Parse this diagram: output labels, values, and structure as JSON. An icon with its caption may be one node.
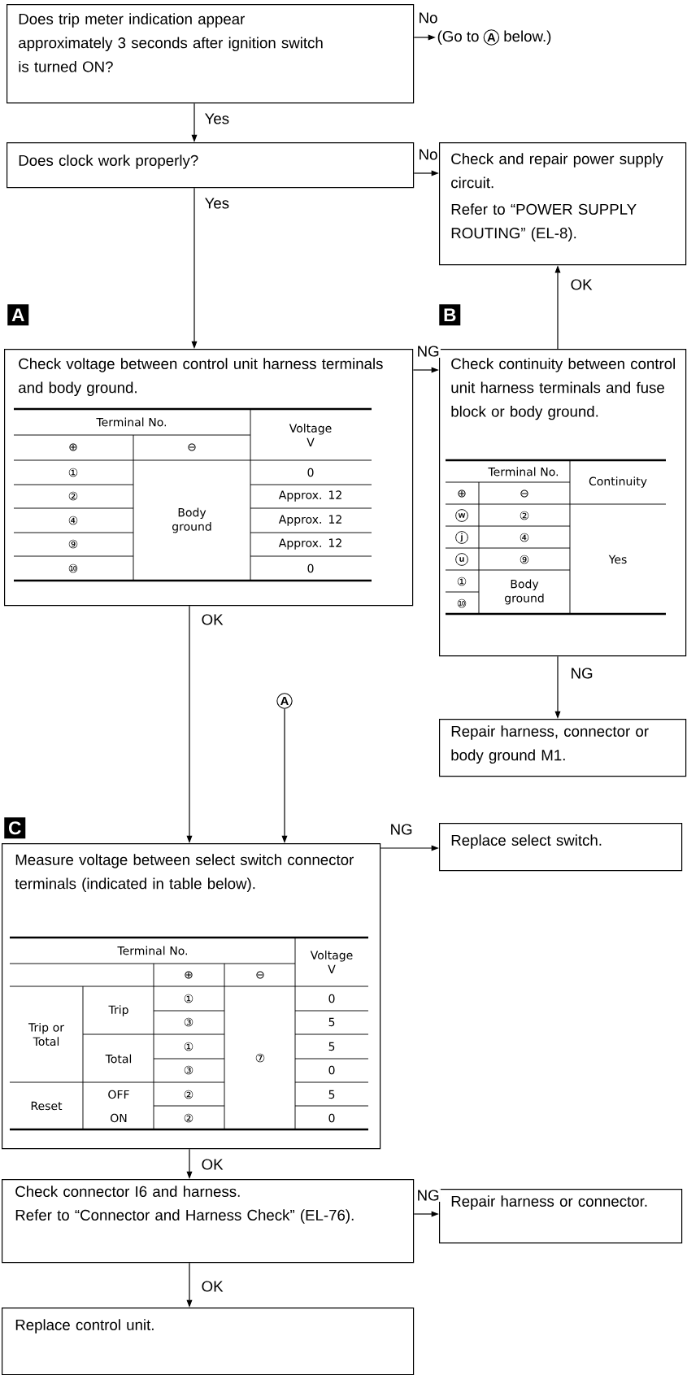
{
  "diagram": {
    "nodes": [
      {
        "text": [
          "Does trip meter indication appear approximately 3 seconds after ignition switch is turned ON?"
        ]
      },
      {
        "text": [
          "(Go to",
          "A",
          "below.)"
        ]
      },
      {
        "text": [
          "Does clock work properly?"
        ]
      },
      {
        "text": [
          "Check and repair power supply circuit.",
          "Refer to “POWER SUPPLY ROUTING” (EL-8)."
        ]
      },
      {
        "text": [
          "Check voltage between control unit harness terminals and body ground."
        ],
        "beside": [
          "A"
        ]
      },
      {
        "text": [
          "Check continuity between control unit harness terminals and fuse block or body ground."
        ],
        "beside": [
          "B"
        ]
      },
      {
        "text": [
          "Repair harness, connector or body ground M1."
        ]
      },
      {
        "text": [
          "A"
        ]
      },
      {
        "text": [
          "Measure voltage between select switch connector terminals (indicated in table below)."
        ],
        "beside": [
          "C"
        ]
      },
      {
        "text": [
          "Replace select switch."
        ]
      },
      {
        "text": [
          "Check connector I6 and harness.",
          "Refer to “Connector and Harness Check” (EL-76)."
        ]
      },
      {
        "text": [
          "Repair harness or connector."
        ]
      },
      {
        "text": [
          "Replace control unit."
        ]
      }
    ],
    "edges": [
      {
        "from": 0,
        "to": 1,
        "arrow": "to",
        "label": "No"
      },
      {
        "from": 0,
        "to": 2,
        "arrow": "to",
        "label": "Yes"
      },
      {
        "from": 2,
        "to": 3,
        "arrow": "to",
        "label": "No"
      },
      {
        "from": 2,
        "to": 4,
        "arrow": "to",
        "label": "Yes"
      },
      {
        "from": 4,
        "to": 5,
        "arrow": "to",
        "label": "NG"
      },
      {
        "from": 5,
        "to": 3,
        "arrow": "to",
        "label": "OK"
      },
      {
        "from": 5,
        "to": 6,
        "arrow": "to",
        "label": "NG"
      },
      {
        "from": 4,
        "to": 8,
        "arrow": "to",
        "label": "OK"
      },
      {
        "from": 7,
        "to": 8,
        "arrow": "to"
      },
      {
        "from": 8,
        "to": 9,
        "arrow": "to",
        "label": "NG"
      },
      {
        "from": 8,
        "to": 10,
        "arrow": "to",
        "label": "OK"
      },
      {
        "from": 10,
        "to": 11,
        "arrow": "to",
        "label": "NG"
      },
      {
        "from": 10,
        "to": 12,
        "arrow": "to",
        "label": "OK"
      }
    ],
    "labels": [
      "Terminal No.",
      "Voltage V",
      "⊕",
      "⊖",
      "①",
      "Body ground",
      "0",
      "②",
      "Approx. 12",
      "④",
      "Approx. 12",
      "⑨",
      "Approx. 12",
      "⑩",
      "0",
      "Terminal No.",
      "Continuity",
      "⊕",
      "⊖",
      "w",
      "②",
      "Yes",
      "j",
      "④",
      "u",
      "⑨",
      "①",
      "Body ground",
      "⑩",
      "Terminal No.",
      "Voltage V",
      "⊕",
      "⊖",
      "Trip or Total",
      "Trip",
      "①",
      "⑦",
      "0",
      "③",
      "5",
      "Total",
      "①",
      "5",
      "③",
      "0",
      "Reset",
      "OFF",
      "②",
      "5",
      "ON",
      "②",
      "0"
    ]
  }
}
